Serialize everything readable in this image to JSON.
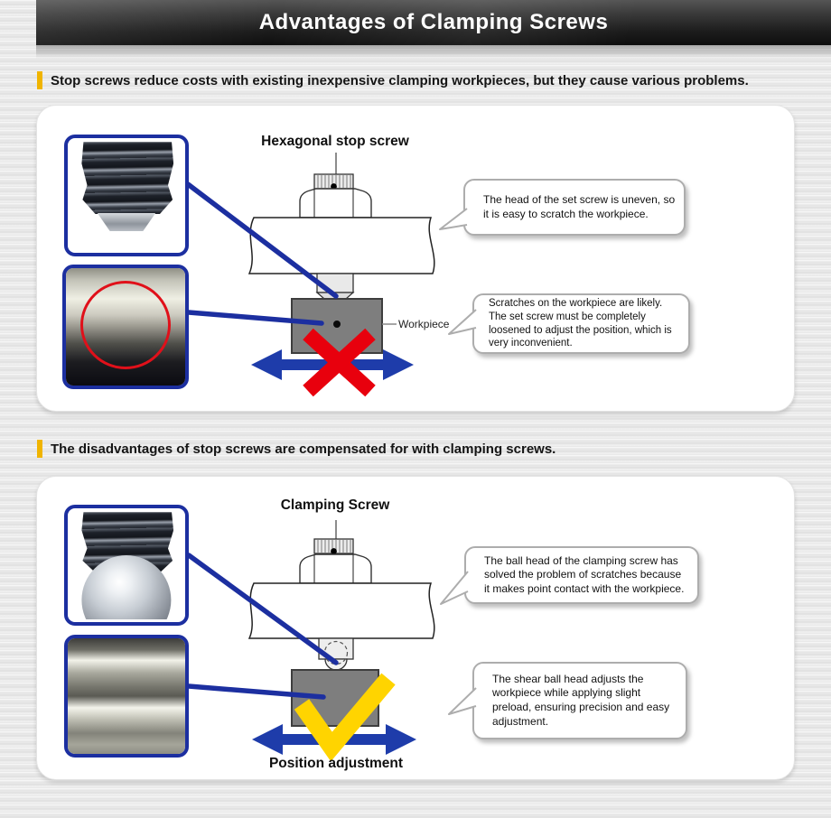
{
  "header": {
    "title": "Advantages of Clamping Screws"
  },
  "section1": {
    "heading": "Stop screws reduce costs with existing inexpensive clamping workpieces, but they cause various problems.",
    "diagram_title": "Hexagonal stop screw",
    "workpiece_label": "Workpiece",
    "bubble1": "The head of the set screw is uneven, so\nit is easy to scratch the workpiece.",
    "bubble2": "Scratches on the workpiece are likely.\nThe set screw must be completely\nloosened to adjust the position, which is\nvery inconvenient."
  },
  "section2": {
    "heading": "The disadvantages of stop screws are compensated for with clamping screws.",
    "diagram_title": "Clamping Screw",
    "caption": "Position adjustment",
    "bubble1": "The ball head of the clamping screw has\nsolved the problem of scratches because\nit makes point contact with the workpiece.",
    "bubble2": "The shear ball head adjusts the\nworkpiece while applying slight\npreload, ensuring precision and easy\nadjustment."
  },
  "colors": {
    "accent_blue": "#1c2fa0",
    "arrow_blue": "#1e3caa",
    "cross_red": "#e8000d",
    "check_yellow": "#ffd400",
    "heading_gold": "#f0b400",
    "workpiece_gray": "#7e7e7e"
  }
}
